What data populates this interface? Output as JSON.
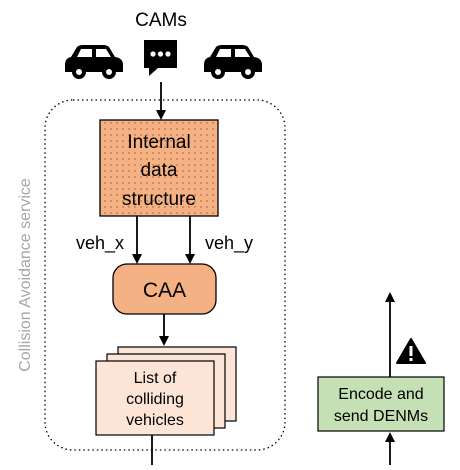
{
  "inputs": {
    "label": "CAMs",
    "icons": [
      "car-icon",
      "message-icon",
      "car-icon"
    ]
  },
  "service": {
    "label": "Collision Avoidance service"
  },
  "internal_data_structure": {
    "lines": [
      "Internal",
      "data",
      "structure"
    ]
  },
  "edges": {
    "left_label": "veh_x",
    "right_label": "veh_y"
  },
  "caa": {
    "label": "CAA"
  },
  "colliding_list": {
    "lines": [
      "List of",
      "colliding",
      "vehicles"
    ]
  },
  "denm": {
    "lines": [
      "Encode and",
      "send DENMs"
    ],
    "warning_icon": "warning-icon"
  },
  "colors": {
    "internal_fill": "#f4b183",
    "caa_fill": "#f4b183",
    "list_fill": "#fce4d6",
    "denm_fill": "#c5e0b4",
    "container_label": "#a6a6a6"
  }
}
